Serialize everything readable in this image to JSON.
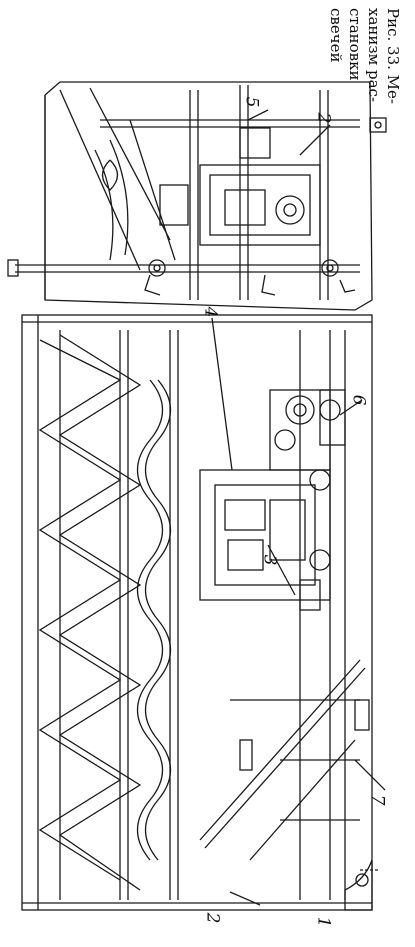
{
  "caption": {
    "lines": [
      "Рис. 33. Ме-",
      "ханизм рас-",
      "становки",
      "свечей"
    ]
  },
  "callouts": {
    "c1": "1",
    "c2a": "2",
    "c2b": "2",
    "c3": "3",
    "c4": "4",
    "c5": "5",
    "c6": "6",
    "c7": "7"
  }
}
